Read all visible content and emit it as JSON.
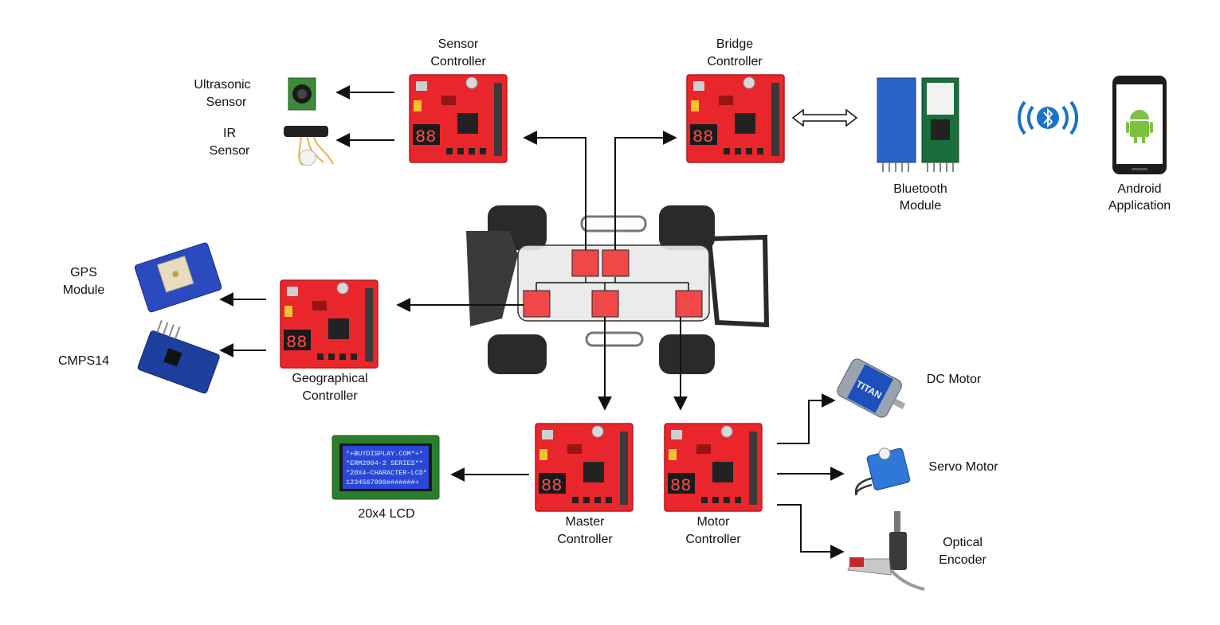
{
  "colors": {
    "board_red": "#e8262b",
    "board_dark_red": "#b41a1e",
    "node_red": "#f04848",
    "lcd_blue": "#2b47d6",
    "pcb_green": "#2c7d2e",
    "arrow": "#111111",
    "android_green": "#7cc242",
    "bluetooth_blue": "#1a73c8"
  },
  "controllers": {
    "sensor": {
      "line1": "Sensor",
      "line2": "Controller"
    },
    "bridge": {
      "line1": "Bridge",
      "line2": "Controller"
    },
    "geographical": {
      "line1": "Geographical",
      "line2": "Controller"
    },
    "master": {
      "line1": "Master",
      "line2": "Controller"
    },
    "motor": {
      "line1": "Motor",
      "line2": "Controller"
    }
  },
  "peripherals": {
    "ultrasonic": {
      "line1": "Ultrasonic",
      "line2": "Sensor"
    },
    "ir": {
      "line1": "IR",
      "line2": "Sensor"
    },
    "bluetooth": {
      "line1": "Bluetooth",
      "line2": "Module"
    },
    "android": {
      "line1": "Android",
      "line2": "Application"
    },
    "gps": {
      "line1": "GPS",
      "line2": "Module"
    },
    "compass": {
      "label": "CMPS14"
    },
    "lcd": {
      "label": "20x4 LCD",
      "screen_lines": [
        "*+BUYDISPLAY.COM*+*",
        "*ERM2004-2 SERIES**",
        "*20X4-CHARACTER-LCD*",
        "1234567890#######+"
      ]
    },
    "dc_motor": {
      "label": "DC Motor",
      "brand": "TITAN"
    },
    "servo": {
      "label": "Servo Motor"
    },
    "encoder": {
      "line1": "Optical",
      "line2": "Encoder"
    }
  },
  "board_display": "88"
}
